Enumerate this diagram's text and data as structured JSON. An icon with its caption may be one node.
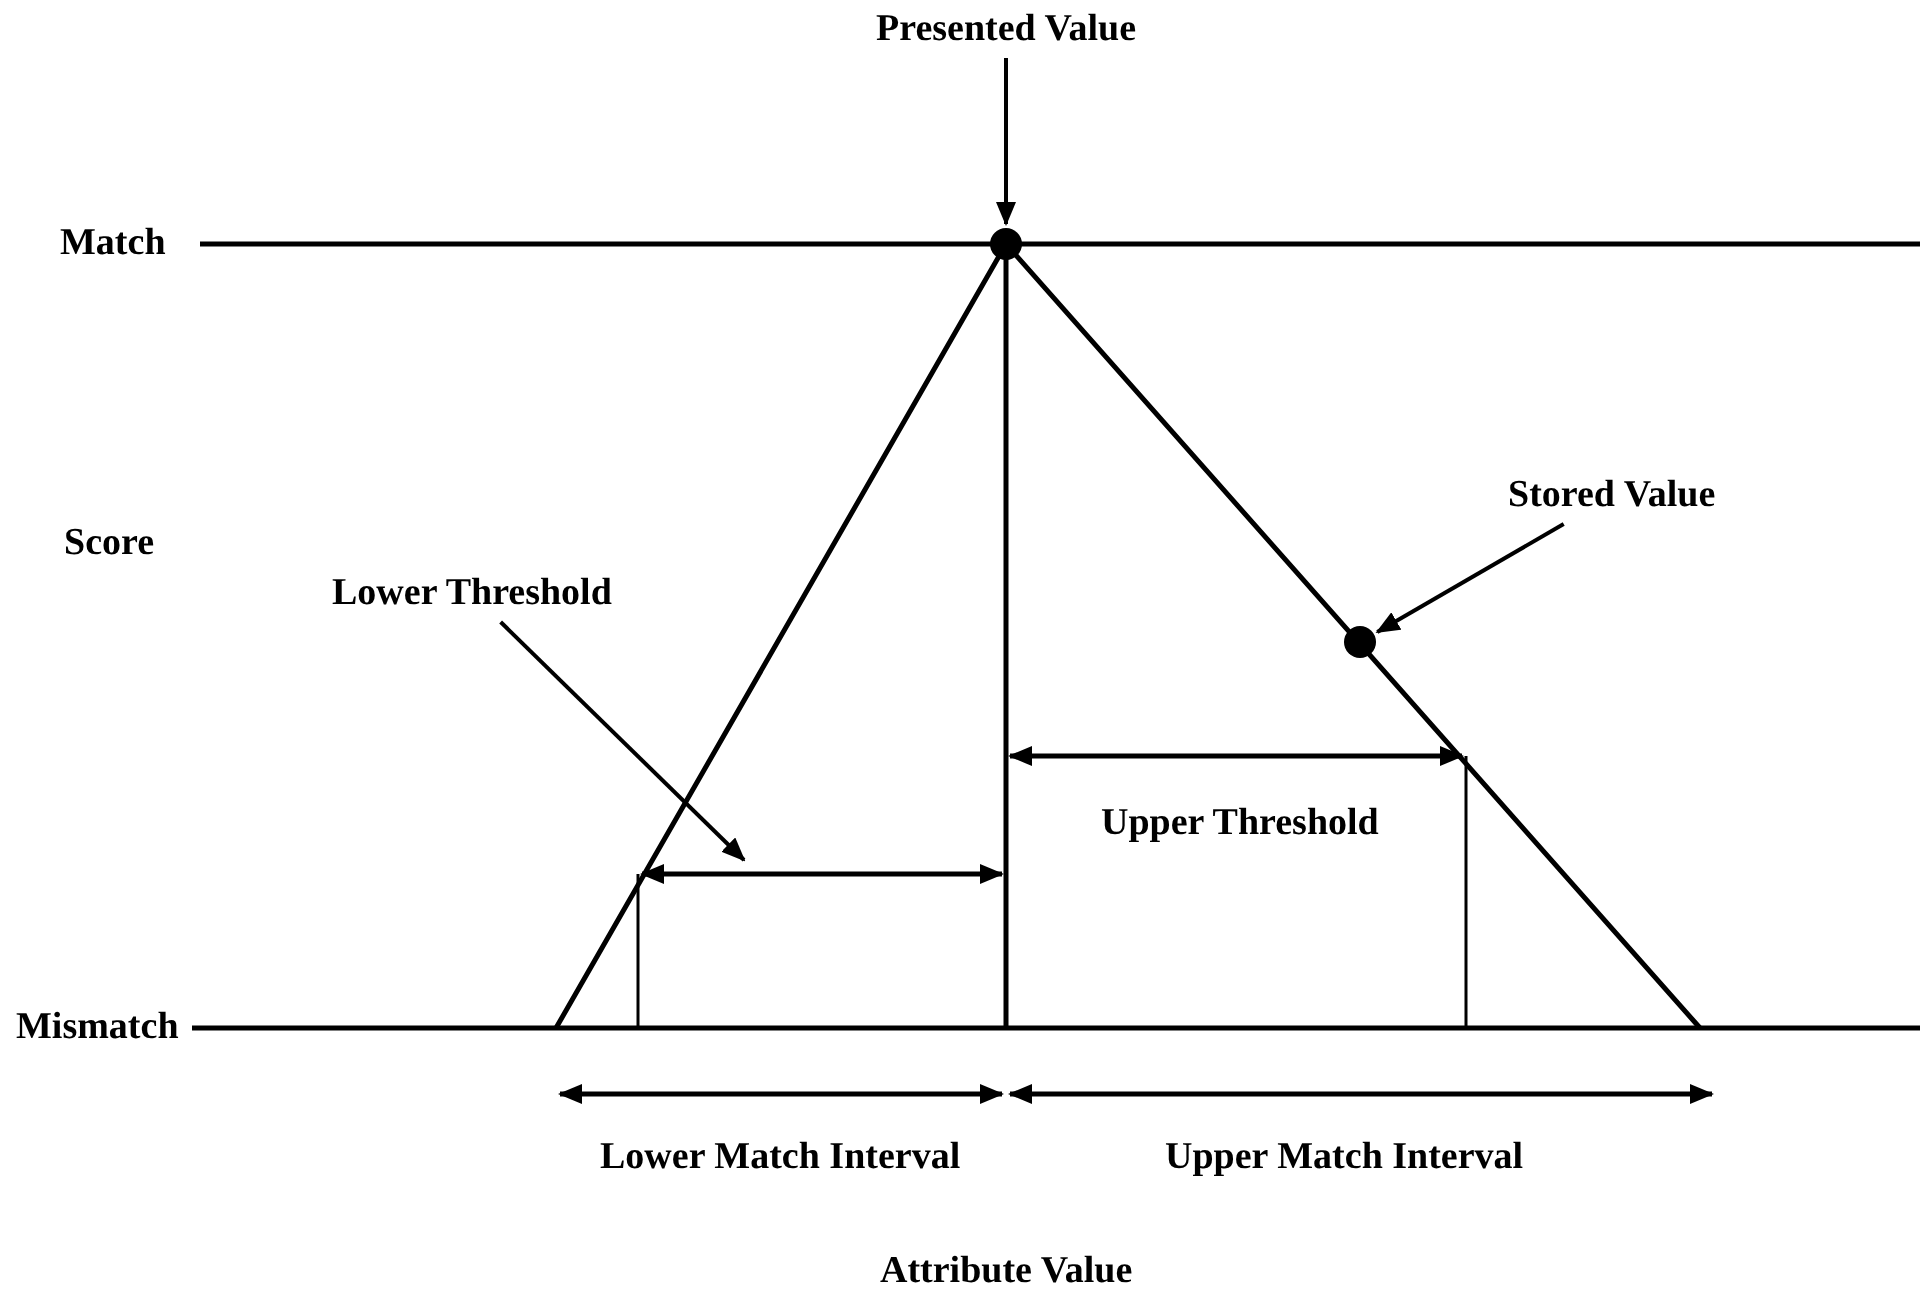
{
  "diagram": {
    "nodes": [
      {
        "text": [
          "Presented Value"
        ]
      },
      {
        "text": [],
        "shape": "circle"
      },
      {
        "text": [
          "Stored Value"
        ]
      },
      {
        "text": [],
        "shape": "circle"
      },
      {
        "text": [
          "Lower Threshold"
        ]
      }
    ],
    "edges": [
      {
        "from": 0,
        "to": 1,
        "arrow": "to"
      },
      {
        "from": 2,
        "to": 3,
        "arrow": "to"
      },
      {
        "from": 4,
        "to": null,
        "arrow": "to"
      }
    ],
    "labels": [
      "Match",
      "Score",
      "Mismatch",
      "Upper Threshold",
      "Lower Match Interval",
      "Upper Match Interval",
      "Attribute Value"
    ]
  }
}
